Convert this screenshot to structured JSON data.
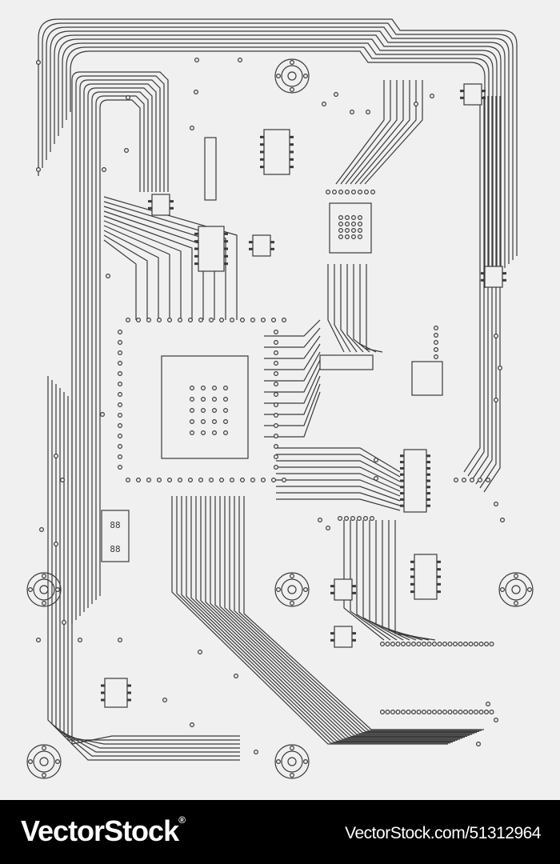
{
  "image": {
    "subject": "circuit-board-illustration",
    "colors": {
      "background": "#f0f0f0",
      "trace": "#3a3a3a",
      "footer": "#000000",
      "footer_text": "#ffffff"
    },
    "chip_label": "88:88"
  },
  "watermark": {
    "brand": "VectorStock",
    "registered_mark": "®",
    "url": "VectorStock.com/51312964"
  }
}
